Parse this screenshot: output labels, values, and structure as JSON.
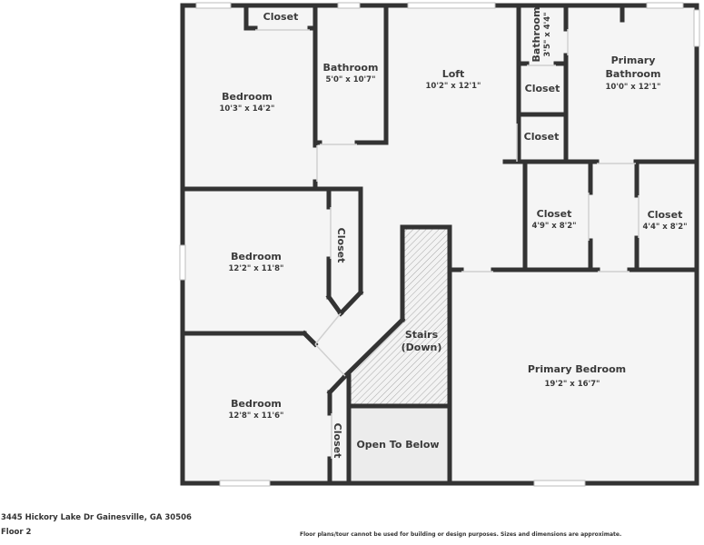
{
  "floorplan": {
    "floor_label": "Floor 2",
    "address": "3445 Hickory Lake Dr Gainesville, GA 30506",
    "disclaimer": "Floor plans/tour cannot be used for building or design purposes. Sizes and dimensions are approximate.",
    "colors": {
      "wall": "#333333",
      "floor": "#f5f5f5",
      "open_to_below": "#ececec",
      "stairs_hatch": "#9a9a9a",
      "text": "#3a3a3a"
    },
    "rooms": [
      {
        "id": "bedroom-1",
        "name": "Bedroom",
        "dims": "10'3\" x 14'2\""
      },
      {
        "id": "closet-top",
        "name": "Closet",
        "dims": ""
      },
      {
        "id": "bathroom-1",
        "name": "Bathroom",
        "dims": "5'0\" x 10'7\""
      },
      {
        "id": "loft",
        "name": "Loft",
        "dims": "10'2\" x 12'1\""
      },
      {
        "id": "bathroom-small",
        "name": "Bathroom",
        "dims": "3'5\" x 4'4\""
      },
      {
        "id": "closet-mid-1",
        "name": "Closet",
        "dims": ""
      },
      {
        "id": "closet-mid-2",
        "name": "Closet",
        "dims": ""
      },
      {
        "id": "primary-bathroom",
        "name": "Primary Bathroom",
        "name_line1": "Primary",
        "name_line2": "Bathroom",
        "dims": "10'0\" x 12'1\""
      },
      {
        "id": "closet-walkin-1",
        "name": "Closet",
        "dims": "4'9\" x 8'2\""
      },
      {
        "id": "closet-walkin-2",
        "name": "Closet",
        "dims": "4'4\" x 8'2\""
      },
      {
        "id": "bedroom-2",
        "name": "Bedroom",
        "dims": "12'2\" x 11'8\""
      },
      {
        "id": "closet-bedroom-2",
        "name": "Closet",
        "dims": ""
      },
      {
        "id": "stairs",
        "name": "Stairs (Down)",
        "name_line1": "Stairs",
        "name_line2": "(Down)",
        "dims": ""
      },
      {
        "id": "bedroom-3",
        "name": "Bedroom",
        "dims": "12'8\" x 11'6\""
      },
      {
        "id": "closet-bedroom-3",
        "name": "Closet",
        "dims": ""
      },
      {
        "id": "open-to-below",
        "name": "Open To Below",
        "dims": ""
      },
      {
        "id": "primary-bedroom",
        "name": "Primary Bedroom",
        "dims": "19'2\" x 16'7\""
      }
    ]
  }
}
